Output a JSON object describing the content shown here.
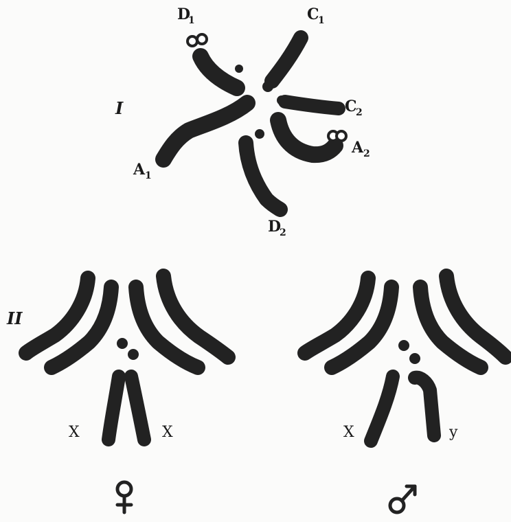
{
  "panel_I": {
    "label": "I",
    "chromosomes": {
      "D1": {
        "name": "D",
        "sub": "1"
      },
      "C1": {
        "name": "C",
        "sub": "1"
      },
      "C2": {
        "name": "C",
        "sub": "2"
      },
      "A2": {
        "name": "A",
        "sub": "2"
      },
      "D2": {
        "name": "D",
        "sub": "2"
      },
      "A1": {
        "name": "A",
        "sub": "1"
      }
    }
  },
  "panel_II": {
    "label": "II",
    "female": {
      "left_label": "X",
      "right_label": "X",
      "symbol": "female-symbol"
    },
    "male": {
      "left_label": "X",
      "right_label": "y",
      "symbol": "male-symbol"
    }
  },
  "colors": {
    "ink": "#222222",
    "paper": "#fbfbfa"
  }
}
